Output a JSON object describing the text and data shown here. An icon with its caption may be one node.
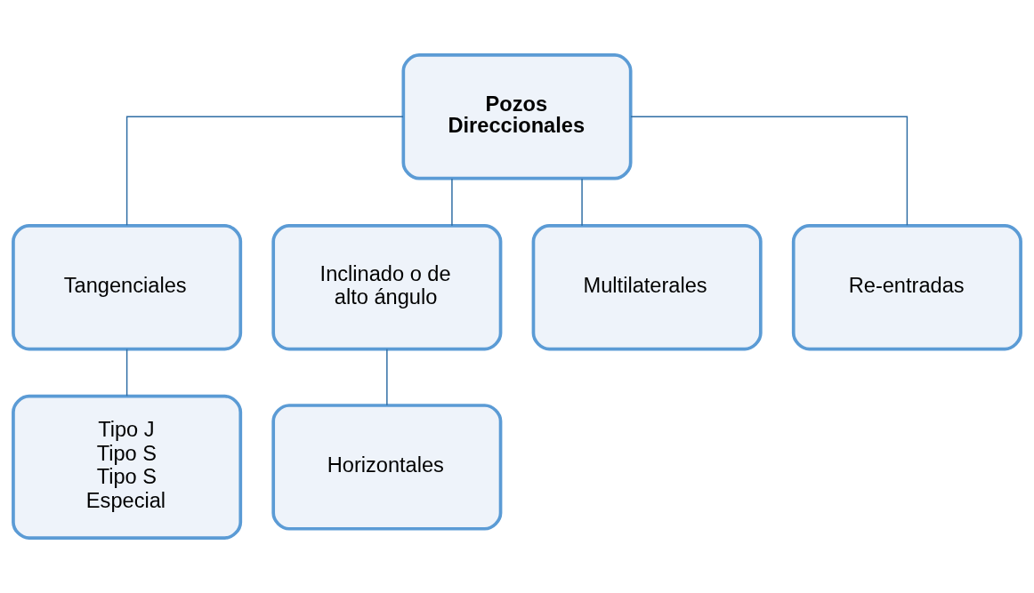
{
  "diagram": {
    "nodes": [
      {
        "text": [
          "Pozos Direccionales"
        ]
      },
      {
        "text": [
          "Tangenciales"
        ]
      },
      {
        "text": [
          "Inclinado o de alto ángulo"
        ]
      },
      {
        "text": [
          "Multilaterales"
        ]
      },
      {
        "text": [
          "Re-entradas"
        ]
      },
      {
        "text": [
          "Tipo J",
          "Tipo S",
          "Tipo S Especial"
        ]
      },
      {
        "text": [
          "Horizontales"
        ]
      }
    ],
    "edges": [
      {
        "from": 0,
        "to": 1,
        "arrow": "none"
      },
      {
        "from": 0,
        "to": 2,
        "arrow": "none"
      },
      {
        "from": 0,
        "to": 3,
        "arrow": "none"
      },
      {
        "from": 0,
        "to": 4,
        "arrow": "none"
      },
      {
        "from": 1,
        "to": 5,
        "arrow": "none"
      },
      {
        "from": 2,
        "to": 6,
        "arrow": "none"
      }
    ]
  }
}
